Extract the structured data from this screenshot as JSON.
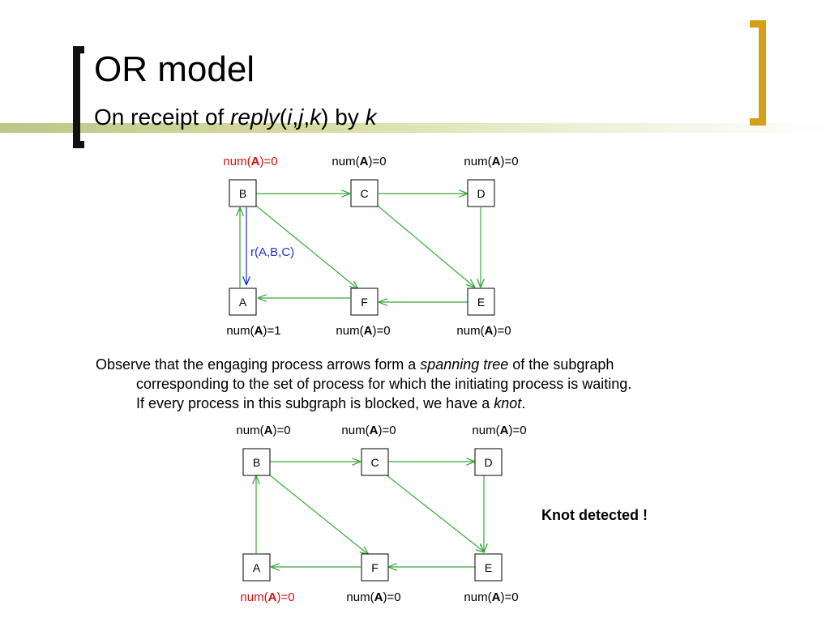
{
  "slide": {
    "title": "OR model",
    "subtitle_prefix": "On receipt of ",
    "subtitle_reply": "reply",
    "subtitle_open": "(",
    "subtitle_i": "i",
    "subtitle_comma1": ",",
    "subtitle_j": "j",
    "subtitle_comma2": ",",
    "subtitle_k": "k",
    "subtitle_close": ") by ",
    "subtitle_k2": "k"
  },
  "paragraph": {
    "part1": "Observe that the engaging process arrows form a ",
    "part1_em": "spanning tree",
    "part2": " of the subgraph",
    "line2": "corresponding to the set of process for which the initiating process is waiting.",
    "line3a": "If every process in this subgraph is blocked, we have a ",
    "line3_em": "knot",
    "line3b": "."
  },
  "knot_label": "Knot detected !",
  "colors": {
    "edge": "#3aa83a",
    "reply": "#2233cc",
    "highlight": "#cc1111"
  },
  "diagram1": {
    "nodes": {
      "B": "B",
      "C": "C",
      "D": "D",
      "A": "A",
      "F": "F",
      "E": "E"
    },
    "labels": {
      "B": {
        "pre": "num(",
        "bold": "A",
        "post": ")=0"
      },
      "C": {
        "pre": "num(",
        "bold": "A",
        "post": ")=0"
      },
      "D": {
        "pre": "num(",
        "bold": "A",
        "post": ")=0"
      },
      "A": {
        "pre": "num(",
        "bold": "A",
        "post": ")=1"
      },
      "F": {
        "pre": "num(",
        "bold": "A",
        "post": ")=0"
      },
      "E": {
        "pre": "num(",
        "bold": "A",
        "post": ")=0"
      }
    },
    "reply_label": "r(A,B,C)"
  },
  "diagram2": {
    "nodes": {
      "B": "B",
      "C": "C",
      "D": "D",
      "A": "A",
      "F": "F",
      "E": "E"
    },
    "labels": {
      "B": {
        "pre": "num(",
        "bold": "A",
        "post": ")=0"
      },
      "C": {
        "pre": "num(",
        "bold": "A",
        "post": ")=0"
      },
      "D": {
        "pre": "num(",
        "bold": "A",
        "post": ")=0"
      },
      "A": {
        "pre": "num(",
        "bold": "A",
        "post": ")=0"
      },
      "F": {
        "pre": "num(",
        "bold": "A",
        "post": ")=0"
      },
      "E": {
        "pre": "num(",
        "bold": "A",
        "post": ")=0"
      }
    }
  }
}
